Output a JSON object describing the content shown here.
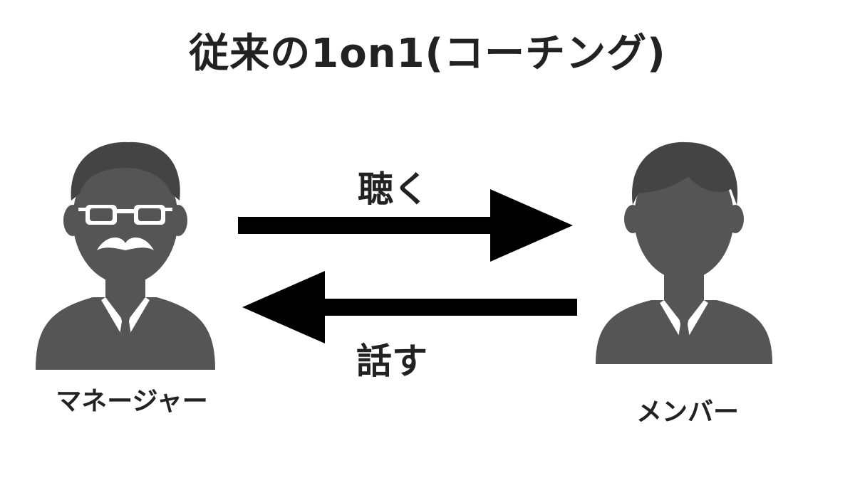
{
  "title": "従来の1on1(コーチング)",
  "manager": {
    "label": "マネージャー",
    "icon": "manager-with-glasses-mustache-icon"
  },
  "member": {
    "label": "メンバー",
    "icon": "member-person-icon"
  },
  "arrows": {
    "top_label": "聴く",
    "top_direction": "right",
    "bottom_label": "話す",
    "bottom_direction": "left"
  },
  "colors": {
    "figure": "#555555",
    "arrow": "#000000",
    "text": "#222222",
    "background": "#ffffff"
  }
}
